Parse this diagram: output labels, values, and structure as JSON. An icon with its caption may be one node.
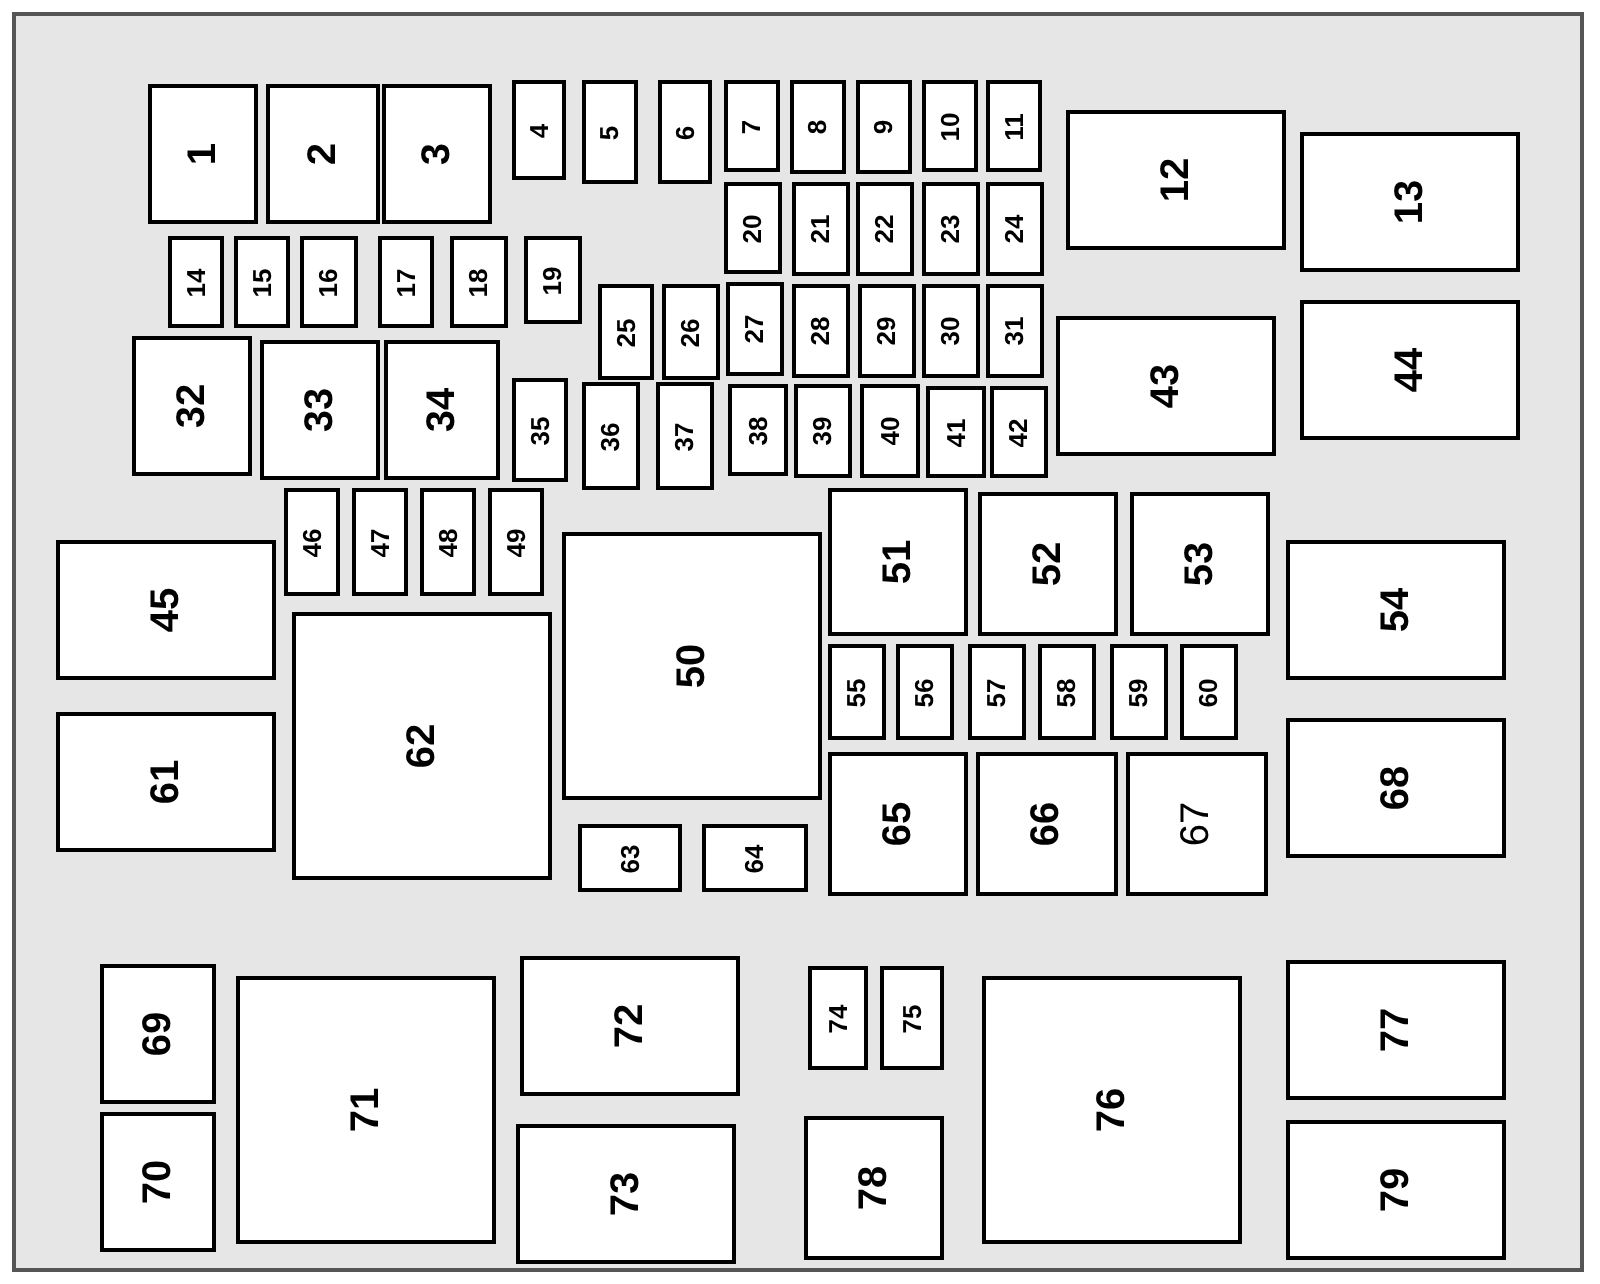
{
  "diagram": {
    "nodes": [
      {
        "text": [
          "1"
        ]
      },
      {
        "text": [
          "2"
        ]
      },
      {
        "text": [
          "3"
        ]
      },
      {
        "text": [
          "4"
        ]
      },
      {
        "text": [
          "5"
        ]
      },
      {
        "text": [
          "6"
        ]
      },
      {
        "text": [
          "7"
        ]
      },
      {
        "text": [
          "8"
        ]
      },
      {
        "text": [
          "9"
        ]
      },
      {
        "text": [
          "10"
        ]
      },
      {
        "text": [
          "11"
        ]
      },
      {
        "text": [
          "12"
        ]
      },
      {
        "text": [
          "13"
        ]
      },
      {
        "text": [
          "14"
        ]
      },
      {
        "text": [
          "15"
        ]
      },
      {
        "text": [
          "16"
        ]
      },
      {
        "text": [
          "17"
        ]
      },
      {
        "text": [
          "18"
        ]
      },
      {
        "text": [
          "19"
        ]
      },
      {
        "text": [
          "20"
        ]
      },
      {
        "text": [
          "21"
        ]
      },
      {
        "text": [
          "22"
        ]
      },
      {
        "text": [
          "23"
        ]
      },
      {
        "text": [
          "24"
        ]
      },
      {
        "text": [
          "25"
        ]
      },
      {
        "text": [
          "26"
        ]
      },
      {
        "text": [
          "27"
        ]
      },
      {
        "text": [
          "28"
        ]
      },
      {
        "text": [
          "29"
        ]
      },
      {
        "text": [
          "30"
        ]
      },
      {
        "text": [
          "31"
        ]
      },
      {
        "text": [
          "32"
        ]
      },
      {
        "text": [
          "33"
        ]
      },
      {
        "text": [
          "34"
        ]
      },
      {
        "text": [
          "35"
        ]
      },
      {
        "text": [
          "36"
        ]
      },
      {
        "text": [
          "37"
        ]
      },
      {
        "text": [
          "38"
        ]
      },
      {
        "text": [
          "39"
        ]
      },
      {
        "text": [
          "40"
        ]
      },
      {
        "text": [
          "41"
        ]
      },
      {
        "text": [
          "42"
        ]
      },
      {
        "text": [
          "43"
        ]
      },
      {
        "text": [
          "44"
        ]
      },
      {
        "text": [
          "45"
        ]
      },
      {
        "text": [
          "46"
        ]
      },
      {
        "text": [
          "47"
        ]
      },
      {
        "text": [
          "48"
        ]
      },
      {
        "text": [
          "49"
        ]
      },
      {
        "text": [
          "50"
        ]
      },
      {
        "text": [
          "51"
        ]
      },
      {
        "text": [
          "52"
        ]
      },
      {
        "text": [
          "53"
        ]
      },
      {
        "text": [
          "54"
        ]
      },
      {
        "text": [
          "55"
        ]
      },
      {
        "text": [
          "56"
        ]
      },
      {
        "text": [
          "57"
        ]
      },
      {
        "text": [
          "58"
        ]
      },
      {
        "text": [
          "59"
        ]
      },
      {
        "text": [
          "60"
        ]
      },
      {
        "text": [
          "61"
        ]
      },
      {
        "text": [
          "62"
        ]
      },
      {
        "text": [
          "63"
        ]
      },
      {
        "text": [
          "64"
        ]
      },
      {
        "text": [
          "65"
        ]
      },
      {
        "text": [
          "66"
        ]
      },
      {
        "text": [
          "67"
        ]
      },
      {
        "text": [
          "68"
        ]
      },
      {
        "text": [
          "69"
        ]
      },
      {
        "text": [
          "70"
        ]
      },
      {
        "text": [
          "71"
        ]
      },
      {
        "text": [
          "72"
        ]
      },
      {
        "text": [
          "73"
        ]
      },
      {
        "text": [
          "74"
        ]
      },
      {
        "text": [
          "75"
        ]
      },
      {
        "text": [
          "76"
        ]
      },
      {
        "text": [
          "77"
        ]
      },
      {
        "text": [
          "78"
        ]
      },
      {
        "text": [
          "79"
        ]
      }
    ]
  }
}
